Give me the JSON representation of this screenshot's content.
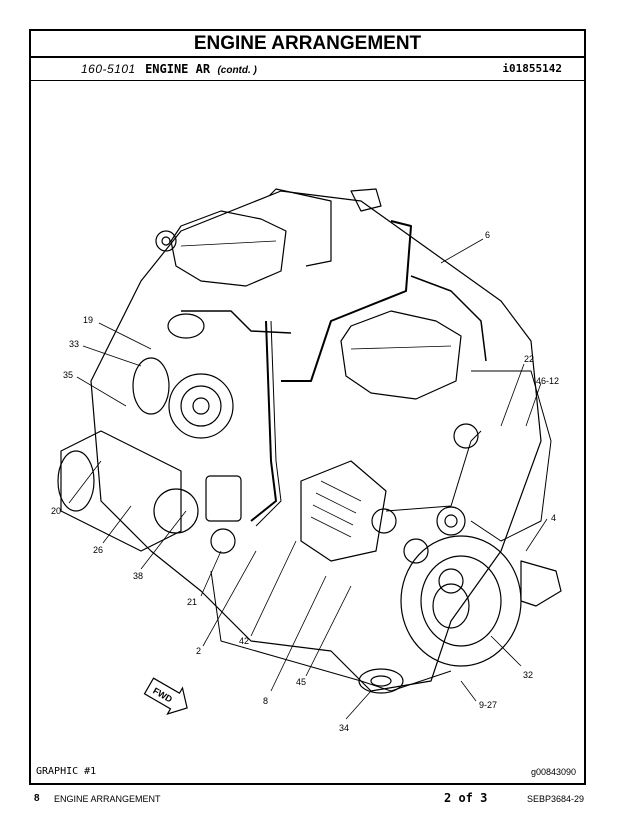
{
  "header": {
    "title": "ENGINE ARRANGEMENT",
    "part_number": "160-5101",
    "part_name": "ENGINE AR",
    "part_suffix": "(contd. )",
    "illustration_id": "i01855142"
  },
  "callouts": [
    "6",
    "19",
    "33",
    "35",
    "22",
    "46-12",
    "20",
    "4",
    "26",
    "38",
    "21",
    "2",
    "42",
    "32",
    "8",
    "45",
    "9-27",
    "34"
  ],
  "fwd_label": "FWD",
  "graphic": {
    "label": "GRAPHIC #1",
    "id": "g00843090"
  },
  "footer": {
    "page_number": "8",
    "section": "ENGINE ARRANGEMENT",
    "page_of": "2 of 3",
    "document": "SEBP3684-29"
  }
}
